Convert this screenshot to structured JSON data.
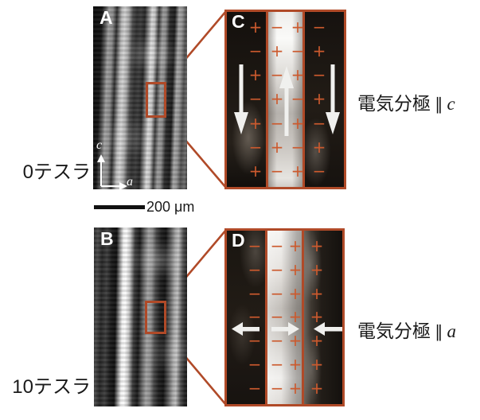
{
  "figure": {
    "panel_a": {
      "label": "A",
      "condition": "0テスラ",
      "axes": {
        "vertical": "c",
        "horizontal": "a"
      }
    },
    "panel_b": {
      "label": "B",
      "condition": "10テスラ"
    },
    "panel_c": {
      "label": "C",
      "caption": {
        "text": "電気分極",
        "symbol": "∥",
        "axis": "c"
      },
      "arrow_directions": [
        "down",
        "up",
        "down"
      ],
      "sign_columns": [
        [
          "+",
          "−",
          "+",
          "−",
          "+",
          "−",
          "+"
        ],
        [
          "−",
          "+",
          "−",
          "+",
          "−",
          "+",
          "−"
        ],
        [
          "+",
          "−",
          "+",
          "−",
          "+",
          "−",
          "+"
        ],
        [
          "−",
          "+",
          "−",
          "+",
          "−",
          "+",
          "−"
        ]
      ]
    },
    "panel_d": {
      "label": "D",
      "caption": {
        "text": "電気分極",
        "symbol": "∥",
        "axis": "a"
      },
      "arrow_directions": [
        "left",
        "right",
        "left"
      ],
      "sign_columns": [
        [
          "−",
          "−",
          "−",
          "−",
          "−",
          "−",
          "−"
        ],
        [
          "−",
          "−",
          "−",
          "−",
          "−",
          "−",
          "−"
        ],
        [
          "+",
          "+",
          "+",
          "+",
          "+",
          "+",
          "+"
        ],
        [
          "+",
          "+",
          "+",
          "+",
          "+",
          "+",
          "+"
        ]
      ]
    },
    "scale_bar": {
      "label": "200 μm"
    },
    "colors": {
      "accent_orange": "#b04a28",
      "sign_orange": "#cc5a2e",
      "arrow_white": "#f0f0ee"
    }
  }
}
